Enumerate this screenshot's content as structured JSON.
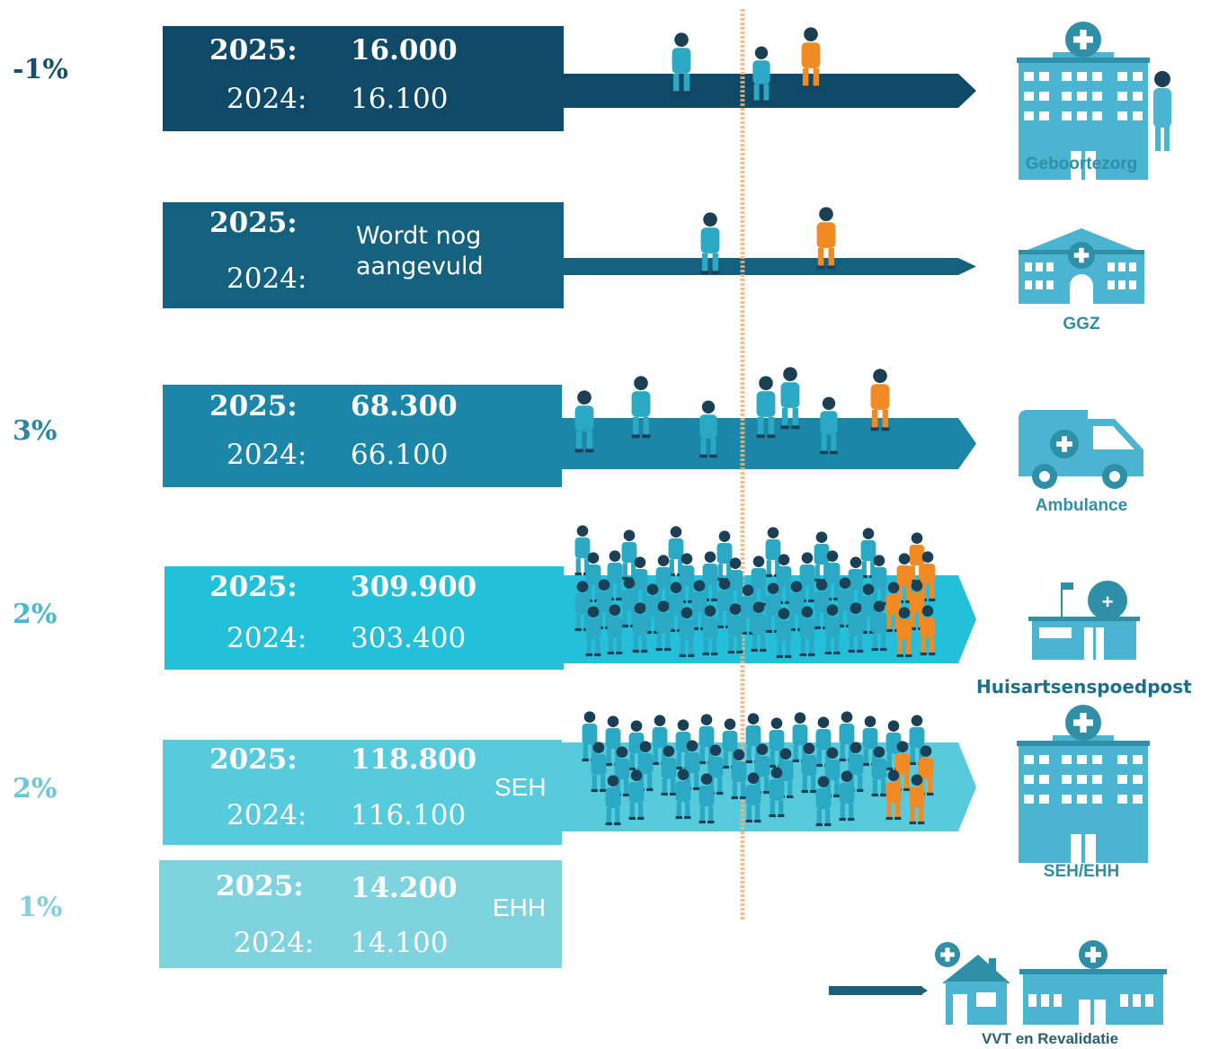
{
  "rows": [
    {
      "id": "geboortezorg",
      "percent": "-1%",
      "label_2025": "2025:",
      "value_2025": "16.000",
      "label_2024": "2024:",
      "value_2024": "16.100",
      "tag": "",
      "destination": "Geboortezorg",
      "box_color": "#0e4a68",
      "arrow_color": "#0e4a68",
      "text_color": "#ffffff",
      "pct_color": "#16506e"
    },
    {
      "id": "ggz",
      "percent": "",
      "label_2025": "2025:",
      "note_line1": "Wordt nog",
      "note_line2": "aangevuld",
      "label_2024": "2024:",
      "tag": "",
      "destination": "GGZ",
      "box_color": "#13607f",
      "arrow_color": "#13607f",
      "text_color": "#ffffff",
      "pct_color": "#16506e"
    },
    {
      "id": "ambulance",
      "percent": "3%",
      "label_2025": "2025:",
      "value_2025": "68.300",
      "label_2024": "2024:",
      "value_2024": "66.100",
      "tag": "",
      "destination": "Ambulance",
      "box_color": "#1b86a8",
      "arrow_color": "#1b86a8",
      "text_color": "#ffffff",
      "pct_color": "#2a86a6"
    },
    {
      "id": "huisartsenspoedpost",
      "percent": "2%",
      "label_2025": "2025:",
      "value_2025": "309.900",
      "label_2024": "2024:",
      "value_2024": "303.400",
      "tag": "",
      "destination": "Huisartsenspoedpost",
      "box_color": "#24c0d9",
      "arrow_color": "#24c0d9",
      "text_color": "#ffffff",
      "pct_color": "#49b9cf"
    },
    {
      "id": "seh",
      "percent": "2%",
      "label_2025": "2025:",
      "value_2025": "118.800",
      "label_2024": "2024:",
      "value_2024": "116.100",
      "tag": "SEH",
      "destination": "SEH/EHH",
      "box_color": "#57cbdc",
      "arrow_color": "#57cbdc",
      "text_color": "#ffffff",
      "pct_color": "#6cc8d8"
    },
    {
      "id": "ehh",
      "percent": "1%",
      "label_2025": "2025:",
      "value_2025": "14.200",
      "label_2024": "2024:",
      "value_2024": "14.100",
      "tag": "EHH",
      "destination": "",
      "box_color": "#7fd3df",
      "arrow_color": "#7fd3df",
      "text_color": "#ffffff",
      "pct_color": "#7fd1de"
    }
  ],
  "final_destination": "VVT en Revalidatie",
  "colors": {
    "person_blue": "#2aa8c4",
    "person_dark": "#1e5f7a",
    "person_orange": "#f08a24",
    "divider_orange": "#f5b27a",
    "building": "#4bb4d0",
    "building_dark": "#2f8fa6"
  }
}
